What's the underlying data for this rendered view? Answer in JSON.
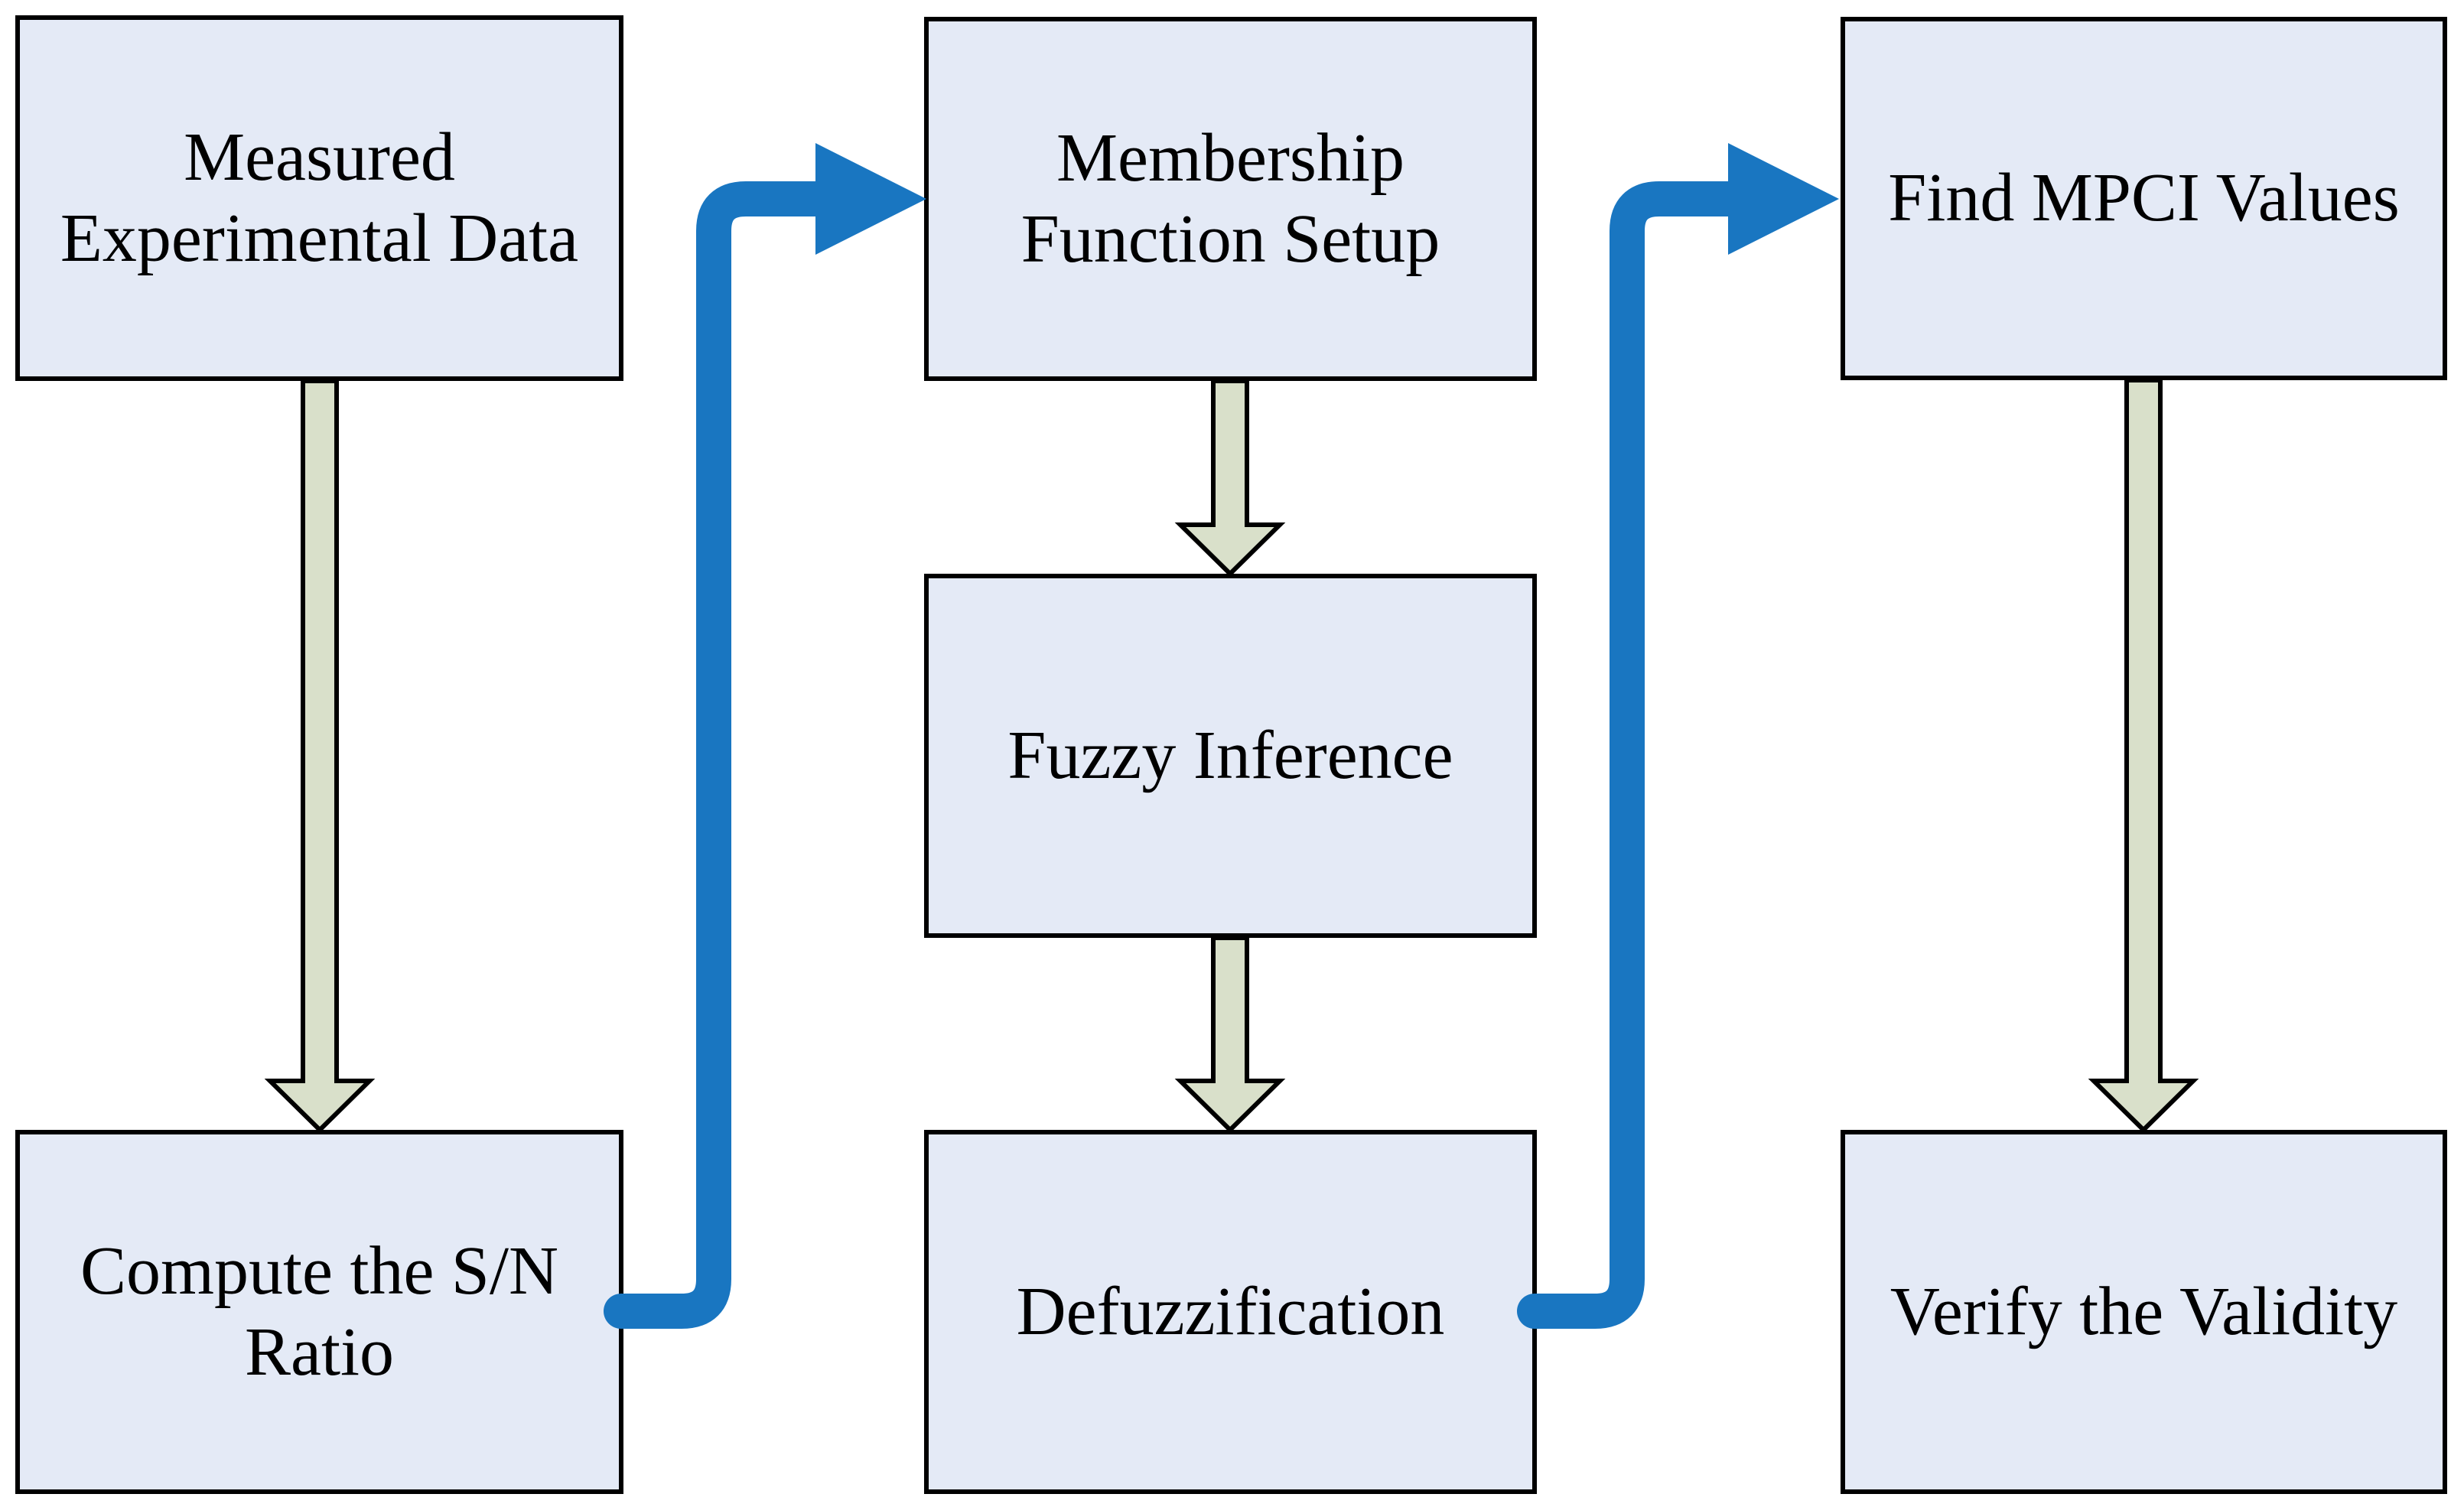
{
  "diagram": {
    "type": "flowchart",
    "nodes": [
      {
        "id": "measured-data",
        "label": "Measured\nExperimental Data"
      },
      {
        "id": "compute-sn-ratio",
        "label": "Compute the S/N\nRatio"
      },
      {
        "id": "membership-setup",
        "label": "Membership\nFunction Setup"
      },
      {
        "id": "fuzzy-inference",
        "label": "Fuzzy Inference"
      },
      {
        "id": "defuzzification",
        "label": "Defuzzification"
      },
      {
        "id": "find-mpci-values",
        "label": "Find MPCI Values"
      },
      {
        "id": "verify-validity",
        "label": "Verify the Validity"
      }
    ],
    "edges": [
      {
        "from": "measured-data",
        "to": "compute-sn-ratio",
        "style": "green-block-arrow",
        "direction": "down"
      },
      {
        "from": "compute-sn-ratio",
        "to": "membership-setup",
        "style": "blue-elbow-arrow",
        "direction": "right-up-right"
      },
      {
        "from": "membership-setup",
        "to": "fuzzy-inference",
        "style": "green-block-arrow",
        "direction": "down"
      },
      {
        "from": "fuzzy-inference",
        "to": "defuzzification",
        "style": "green-block-arrow",
        "direction": "down"
      },
      {
        "from": "defuzzification",
        "to": "find-mpci-values",
        "style": "blue-elbow-arrow",
        "direction": "right-up-right"
      },
      {
        "from": "find-mpci-values",
        "to": "verify-validity",
        "style": "green-block-arrow",
        "direction": "down"
      }
    ],
    "colors": {
      "node_fill": "#e4eaf6",
      "node_border": "#000000",
      "green_arrow_fill": "#d9e0ca",
      "green_arrow_outline": "#000000",
      "blue_arrow": "#1976c1",
      "text": "#000000",
      "background": "#ffffff"
    }
  }
}
